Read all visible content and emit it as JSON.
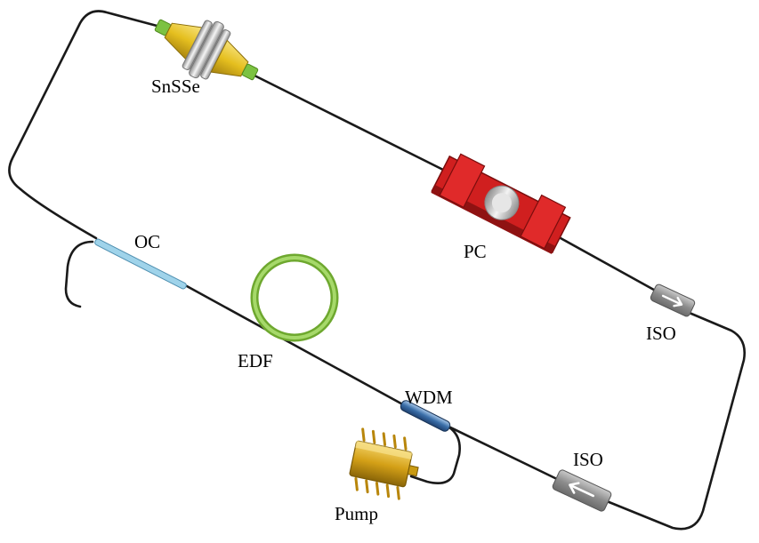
{
  "diagram": {
    "labels": {
      "snsse": "SnSSe",
      "pc": "PC",
      "iso_top": "ISO",
      "iso_bottom": "ISO",
      "oc": "OC",
      "edf": "EDF",
      "wdm": "WDM",
      "pump": "Pump"
    },
    "colors": {
      "fiber": "#1a1a1a",
      "saturable_absorber_cone": "#e8c92a",
      "saturable_absorber_ring": "#c7c7c7",
      "connector_tip": "#7cc242",
      "polarization_controller": "#d01f1f",
      "edf_coil": "#8cc63f",
      "coupler": "#9fd3ea",
      "wdm": "#3a6ea8",
      "isolator": "#9a9a9a",
      "pump": "#d4a017"
    },
    "icons": [
      "saturable-absorber-icon",
      "polarization-controller-icon",
      "isolator-icon",
      "output-coupler-icon",
      "erbium-fiber-coil-icon",
      "wdm-icon",
      "pump-laser-icon"
    ]
  }
}
